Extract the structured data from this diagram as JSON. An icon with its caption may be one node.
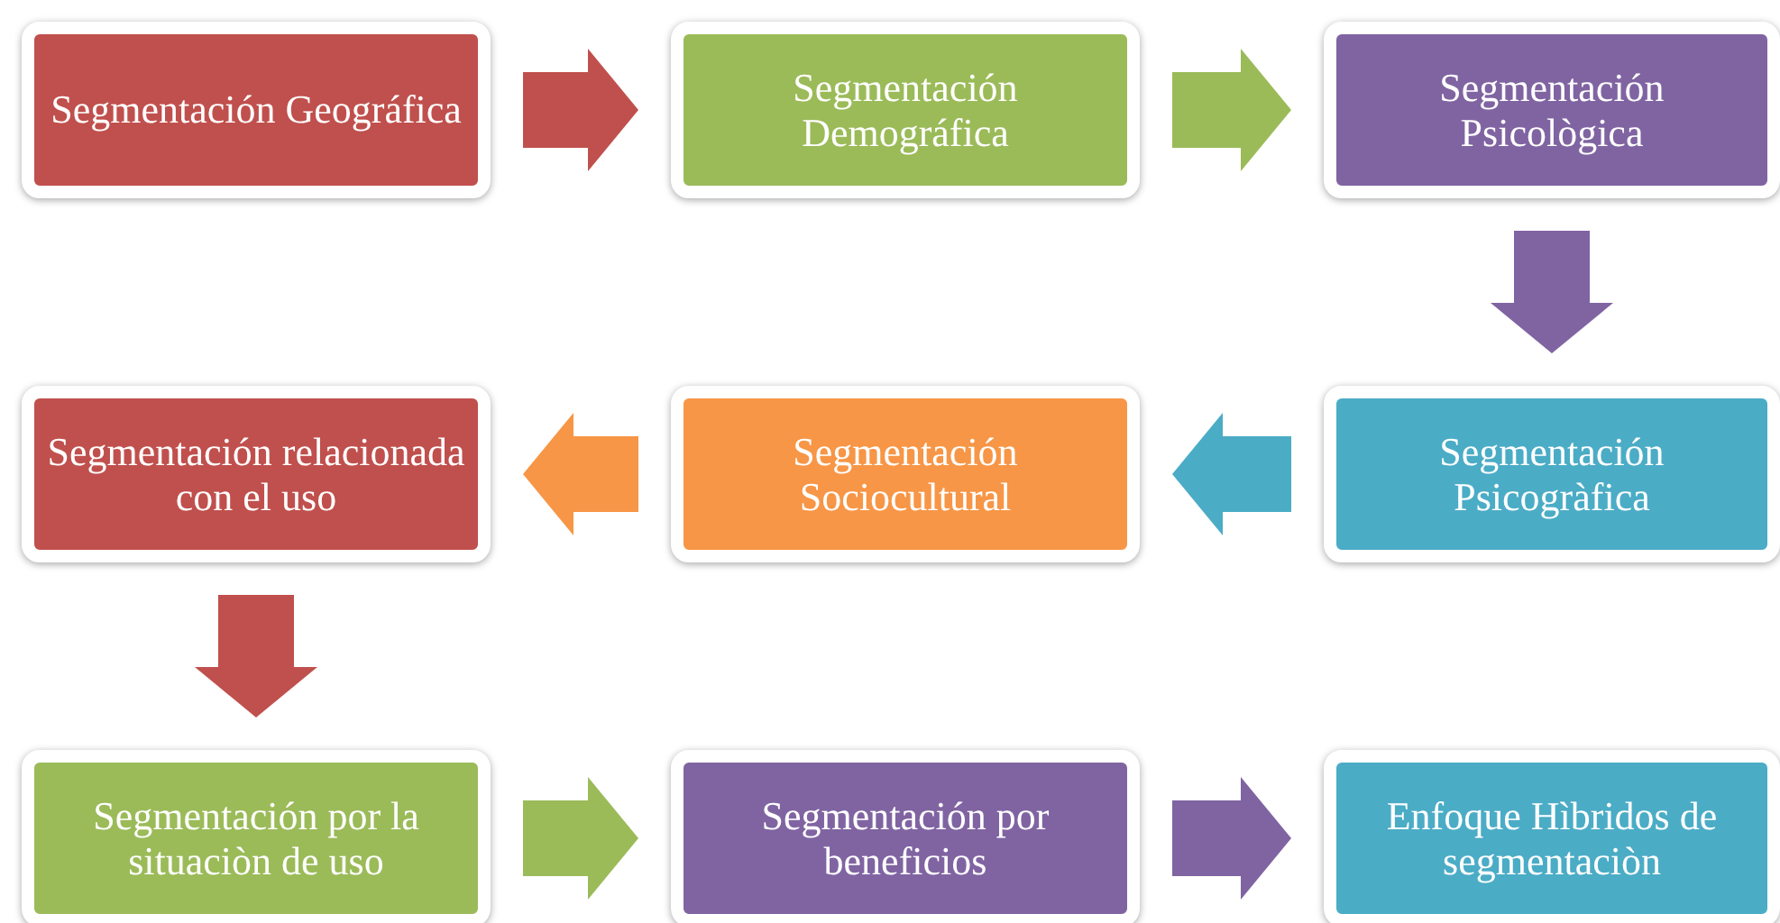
{
  "diagram": {
    "nodes": [
      {
        "text": [
          "Segmentación Geográfica"
        ]
      },
      {
        "text": [
          "Segmentación Demográfica"
        ]
      },
      {
        "text": [
          "Segmentación Psicològica"
        ]
      },
      {
        "text": [
          "Segmentación relacionada con el uso"
        ]
      },
      {
        "text": [
          "Segmentación Sociocultural"
        ]
      },
      {
        "text": [
          "Segmentación Psicogràfica"
        ]
      },
      {
        "text": [
          "Segmentación por la situaciòn de uso"
        ]
      },
      {
        "text": [
          "Segmentación por beneficios"
        ]
      },
      {
        "text": [
          "Enfoque Hìbridos de segmentaciòn"
        ]
      }
    ],
    "edges": [
      {
        "from": 0,
        "to": 1,
        "arrow": "to",
        "color": "#c0504d"
      },
      {
        "from": 1,
        "to": 2,
        "arrow": "to",
        "color": "#9bbb59"
      },
      {
        "from": 2,
        "to": 5,
        "arrow": "to",
        "color": "#8064a2"
      },
      {
        "from": 5,
        "to": 4,
        "arrow": "to",
        "color": "#4bacc6"
      },
      {
        "from": 4,
        "to": 3,
        "arrow": "to",
        "color": "#f79646"
      },
      {
        "from": 3,
        "to": 6,
        "arrow": "to",
        "color": "#c0504d"
      },
      {
        "from": 6,
        "to": 7,
        "arrow": "to",
        "color": "#9bbb59"
      },
      {
        "from": 7,
        "to": 8,
        "arrow": "to",
        "color": "#8064a2"
      }
    ]
  }
}
